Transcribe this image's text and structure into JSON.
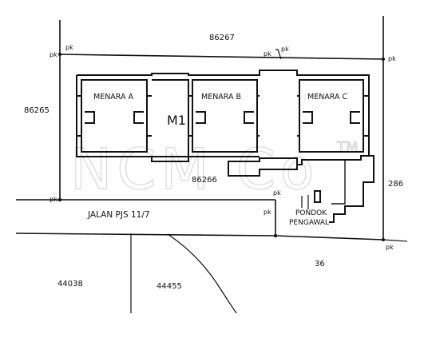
{
  "diagram": {
    "lot_top": "86267",
    "lot_left": "86265",
    "lot_bottom_strip": "86266",
    "lot_right": "286",
    "lot_road_right": "36",
    "lot_bottom_left": "44038",
    "lot_bottom_mid": "44455",
    "tower_a": "MENARA A",
    "tower_b": "MENARA B",
    "tower_c": "MENARA C",
    "block_m1": "M1",
    "road_name": "JALAN PJS 11/7",
    "guardhouse_line1": "PONDOK",
    "guardhouse_line2": "PENGAWAL",
    "peg_mark": "pk",
    "watermark": "NCM Co",
    "watermark_tm": "TM"
  }
}
